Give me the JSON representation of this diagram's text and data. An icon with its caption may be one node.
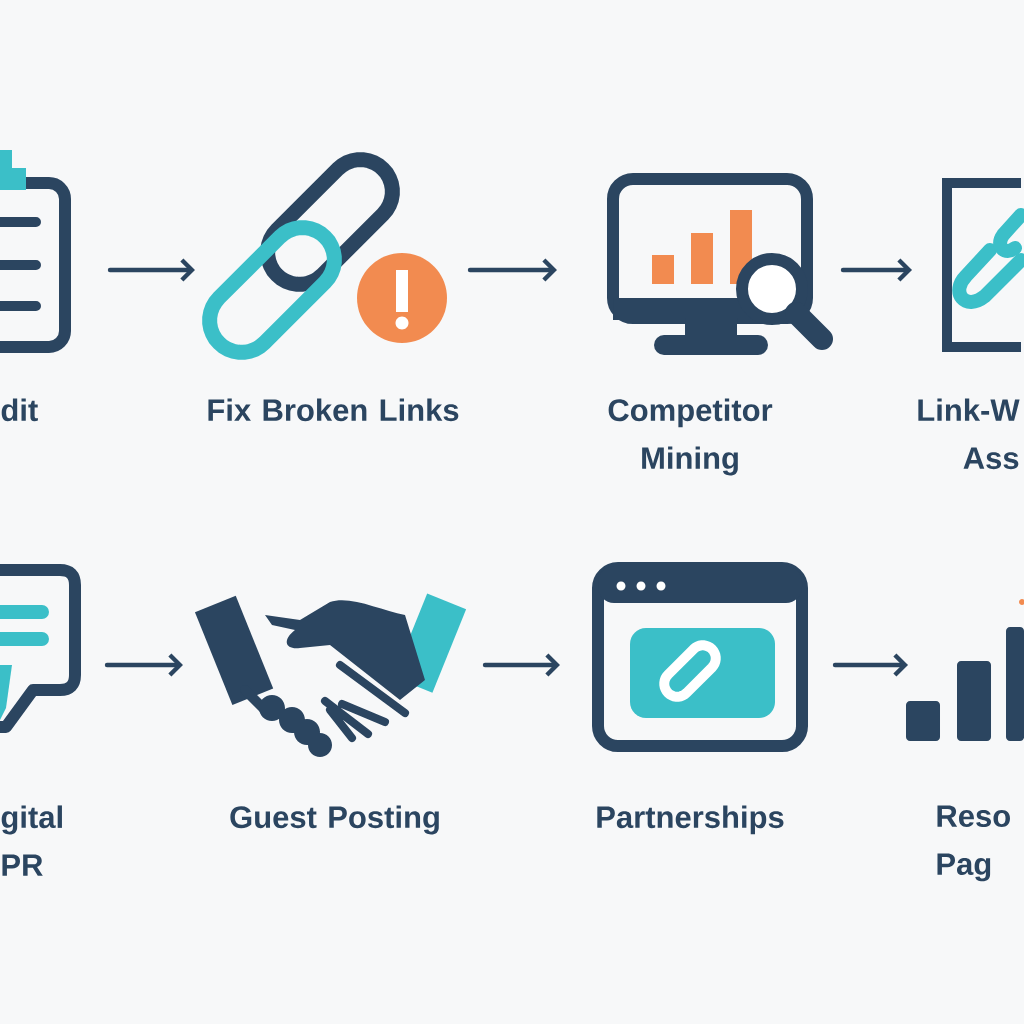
{
  "diagram": {
    "nodes": [
      {
        "text": [
          "dit"
        ]
      },
      {
        "text": [
          "Fix Broken Links"
        ]
      },
      {
        "text": [
          "Competitor Mining"
        ]
      },
      {
        "text": [
          "Link-W Ass"
        ]
      },
      {
        "text": [
          "gital PR"
        ]
      },
      {
        "text": [
          "Guest Posting"
        ]
      },
      {
        "text": [
          "Partnerships"
        ]
      },
      {
        "text": [
          "Reso Pag"
        ]
      }
    ],
    "edges": [
      {
        "from": 0,
        "to": 1,
        "arrow": "to"
      },
      {
        "from": 1,
        "to": 2,
        "arrow": "to"
      },
      {
        "from": 2,
        "to": 3,
        "arrow": "to"
      },
      {
        "from": 4,
        "to": 5,
        "arrow": "to"
      },
      {
        "from": 5,
        "to": 6,
        "arrow": "to"
      },
      {
        "from": 6,
        "to": 7,
        "arrow": "to"
      }
    ]
  }
}
